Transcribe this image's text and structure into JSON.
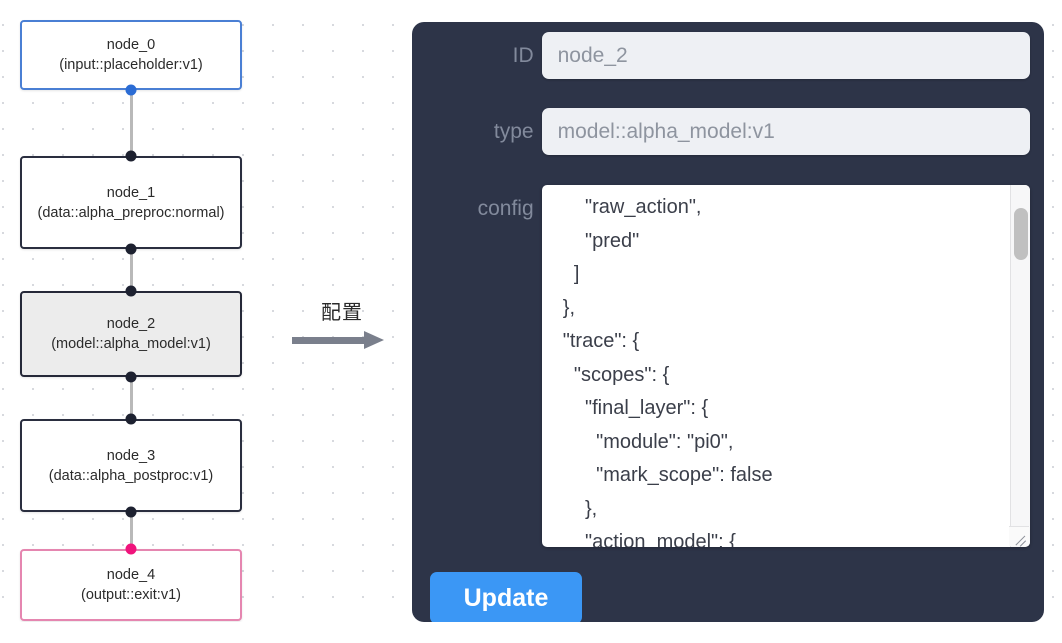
{
  "canvas": {
    "grid": "dot-grid",
    "nodes": [
      {
        "id": "node_0",
        "title": "node_0",
        "subtitle": "(input::placeholder:v1)",
        "kind": "input",
        "accent": "#4a7fd4",
        "selected": false
      },
      {
        "id": "node_1",
        "title": "node_1",
        "subtitle": "(data::alpha_preproc:normal)",
        "kind": "data",
        "accent": "#2a2e3f",
        "selected": false
      },
      {
        "id": "node_2",
        "title": "node_2",
        "subtitle": "(model::alpha_model:v1)",
        "kind": "model",
        "accent": "#252838",
        "selected": true
      },
      {
        "id": "node_3",
        "title": "node_3",
        "subtitle": "(data::alpha_postproc:v1)",
        "kind": "data",
        "accent": "#2a2e3f",
        "selected": false
      },
      {
        "id": "node_4",
        "title": "node_4",
        "subtitle": "(output::exit:v1)",
        "kind": "output",
        "accent": "#e586b0",
        "selected": false
      }
    ]
  },
  "arrow": {
    "label": "配置"
  },
  "panel": {
    "background": "#2d3448",
    "fields": [
      {
        "label": "ID",
        "value": "node_2"
      },
      {
        "label": "type",
        "value": "model::alpha_model:v1"
      },
      {
        "label": "config",
        "value": "config-textarea"
      }
    ],
    "id_label": "ID",
    "id_value": "node_2",
    "type_label": "type",
    "type_value": "model::alpha_model:v1",
    "config_label": "config",
    "config_value": "      \"raw_action\",\n      \"pred\"\n    ]\n  },\n  \"trace\": {\n    \"scopes\": {\n      \"final_layer\": {\n        \"module\": \"pi0\",\n        \"mark_scope\": false\n      },\n      \"action_model\": {",
    "update_label": "Update",
    "update_color": "#3b97f5"
  }
}
